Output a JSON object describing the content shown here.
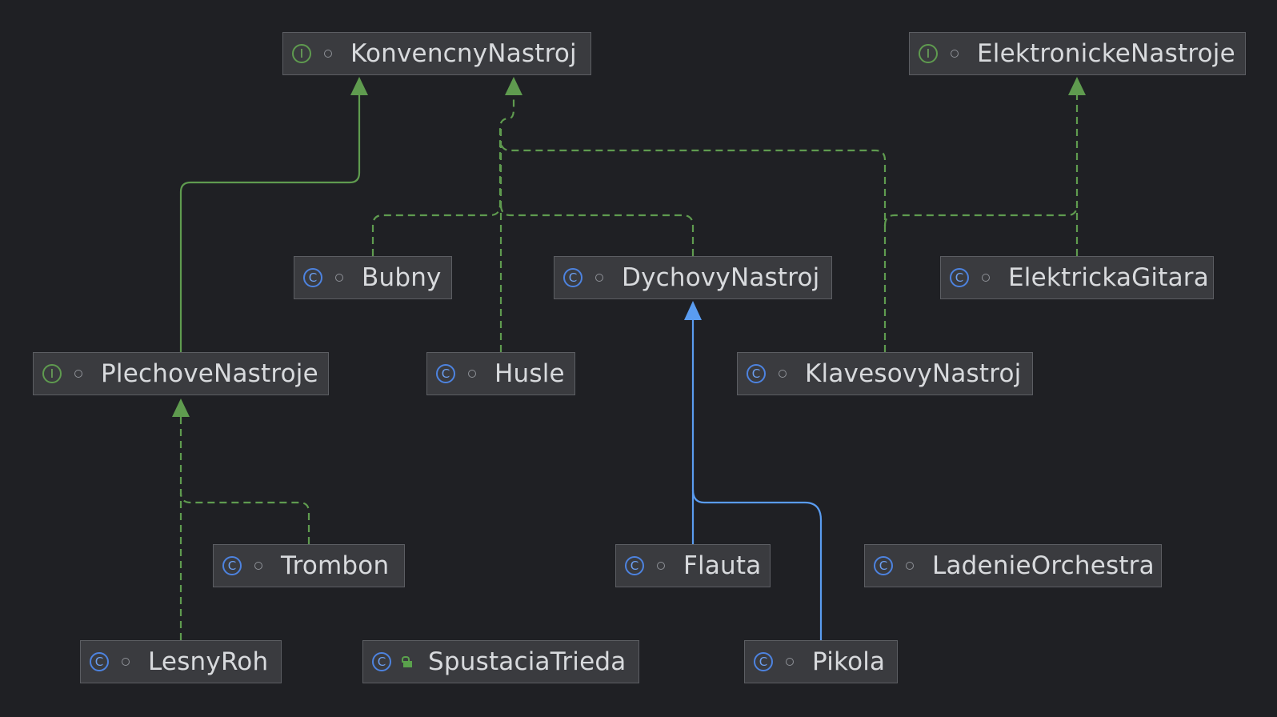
{
  "colors": {
    "background": "#1f2024",
    "node_fill": "#3a3b3f",
    "node_border": "#5c5e63",
    "text": "#d8dadd",
    "realization_edge": "#5f9b4f",
    "inheritance_edge": "#5a9cf0",
    "interface_icon": "#5f9b4f",
    "class_icon": "#4d83e0"
  },
  "nodes": [
    {
      "id": "konvencny",
      "kind": "interface",
      "icon": "interface-icon",
      "visibility": "package",
      "label": "KonvencnyNastroj"
    },
    {
      "id": "elektronicke",
      "kind": "interface",
      "icon": "interface-icon",
      "visibility": "package",
      "label": "ElektronickeNastroje"
    },
    {
      "id": "bubny",
      "kind": "class",
      "icon": "class-icon",
      "visibility": "package",
      "label": "Bubny"
    },
    {
      "id": "dychovy",
      "kind": "class",
      "icon": "class-icon",
      "visibility": "package",
      "label": "DychovyNastroj"
    },
    {
      "id": "gitara",
      "kind": "class",
      "icon": "class-icon",
      "visibility": "package",
      "label": "ElektrickaGitara"
    },
    {
      "id": "plechove",
      "kind": "interface",
      "icon": "interface-icon",
      "visibility": "package",
      "label": "PlechoveNastroje"
    },
    {
      "id": "husle",
      "kind": "class",
      "icon": "class-icon",
      "visibility": "package",
      "label": "Husle"
    },
    {
      "id": "klavesovy",
      "kind": "class",
      "icon": "class-icon",
      "visibility": "package",
      "label": "KlavesovyNastroj"
    },
    {
      "id": "trombon",
      "kind": "class",
      "icon": "class-icon",
      "visibility": "package",
      "label": "Trombon"
    },
    {
      "id": "flauta",
      "kind": "class",
      "icon": "class-icon",
      "visibility": "package",
      "label": "Flauta"
    },
    {
      "id": "ladenie",
      "kind": "class",
      "icon": "class-icon",
      "visibility": "package",
      "label": "LadenieOrchestra"
    },
    {
      "id": "lesnyroh",
      "kind": "class",
      "icon": "class-icon",
      "visibility": "package",
      "label": "LesnyRoh"
    },
    {
      "id": "spustacia",
      "kind": "class",
      "icon": "class-icon",
      "visibility": "public",
      "label": "SpustaciaTrieda"
    },
    {
      "id": "pikola",
      "kind": "class",
      "icon": "class-icon",
      "visibility": "package",
      "label": "Pikola"
    }
  ],
  "edges": [
    {
      "from": "plechove",
      "to": "konvencny",
      "type": "extends-interface",
      "style": "solid-green"
    },
    {
      "from": "bubny",
      "to": "konvencny",
      "type": "implements",
      "style": "dashed-green"
    },
    {
      "from": "husle",
      "to": "konvencny",
      "type": "implements",
      "style": "dashed-green"
    },
    {
      "from": "dychovy",
      "to": "konvencny",
      "type": "implements",
      "style": "dashed-green"
    },
    {
      "from": "klavesovy",
      "to": "konvencny",
      "type": "implements",
      "style": "dashed-green"
    },
    {
      "from": "klavesovy",
      "to": "elektronicke",
      "type": "implements",
      "style": "dashed-green"
    },
    {
      "from": "gitara",
      "to": "elektronicke",
      "type": "implements",
      "style": "dashed-green"
    },
    {
      "from": "trombon",
      "to": "plechove",
      "type": "implements",
      "style": "dashed-green"
    },
    {
      "from": "lesnyroh",
      "to": "plechove",
      "type": "implements",
      "style": "dashed-green"
    },
    {
      "from": "flauta",
      "to": "dychovy",
      "type": "extends",
      "style": "solid-blue"
    },
    {
      "from": "pikola",
      "to": "dychovy",
      "type": "extends",
      "style": "solid-blue"
    }
  ]
}
